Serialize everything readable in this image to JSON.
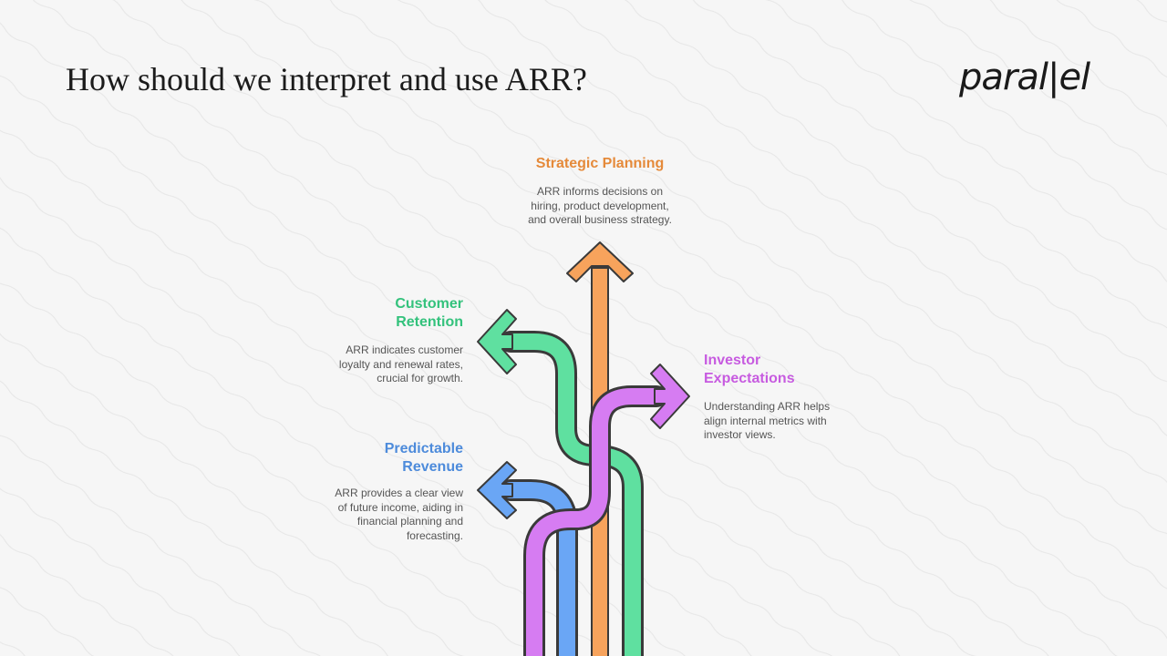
{
  "header": {
    "title": "How should we interpret and use ARR?",
    "logo_text": "paral|el"
  },
  "diagram": {
    "items": [
      {
        "title": "Strategic Planning",
        "description": [
          "ARR informs decisions on",
          "hiring, product development,",
          "and overall business strategy."
        ],
        "color": "#f7a35c"
      },
      {
        "title": [
          "Customer",
          "Retention"
        ],
        "description": [
          "ARR indicates customer",
          "loyalty and renewal rates,",
          "crucial for growth."
        ],
        "color": "#5fe0a0"
      },
      {
        "title": [
          "Investor",
          "Expectations"
        ],
        "description": [
          "Understanding ARR helps",
          "align internal metrics with",
          "investor views."
        ],
        "color": "#d67cf2"
      },
      {
        "title": [
          "Predictable",
          "Revenue"
        ],
        "description": [
          "ARR provides a clear view",
          "of future income, aiding in",
          "financial planning and",
          "forecasting."
        ],
        "color": "#6aa6f5"
      }
    ]
  }
}
